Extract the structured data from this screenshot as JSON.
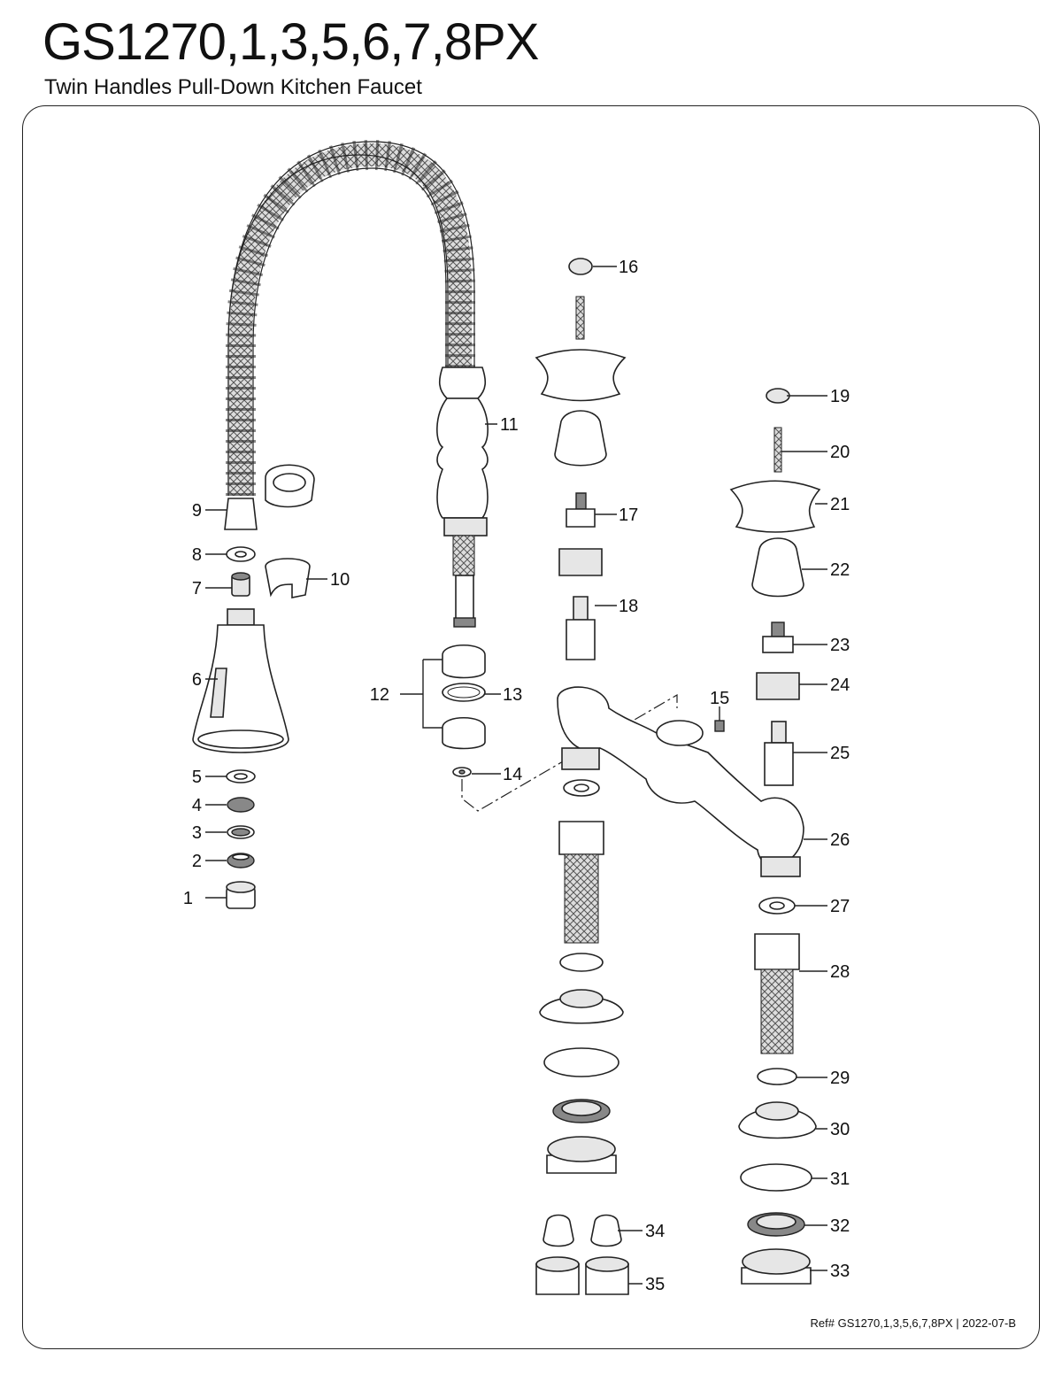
{
  "header": {
    "model": "GS1270,1,3,5,6,7,8PX",
    "subtitle": "Twin Handles Pull-Down Kitchen Faucet"
  },
  "footer": {
    "reference": "Ref# GS1270,1,3,5,6,7,8PX | 2022-07-B"
  },
  "callouts": [
    {
      "num": "1"
    },
    {
      "num": "2"
    },
    {
      "num": "3"
    },
    {
      "num": "4"
    },
    {
      "num": "5"
    },
    {
      "num": "6"
    },
    {
      "num": "7"
    },
    {
      "num": "8"
    },
    {
      "num": "9"
    },
    {
      "num": "10"
    },
    {
      "num": "11"
    },
    {
      "num": "12"
    },
    {
      "num": "13"
    },
    {
      "num": "14"
    },
    {
      "num": "15"
    },
    {
      "num": "16"
    },
    {
      "num": "17"
    },
    {
      "num": "18"
    },
    {
      "num": "19"
    },
    {
      "num": "20"
    },
    {
      "num": "21"
    },
    {
      "num": "22"
    },
    {
      "num": "23"
    },
    {
      "num": "24"
    },
    {
      "num": "25"
    },
    {
      "num": "26"
    },
    {
      "num": "27"
    },
    {
      "num": "28"
    },
    {
      "num": "29"
    },
    {
      "num": "30"
    },
    {
      "num": "31"
    },
    {
      "num": "32"
    },
    {
      "num": "33"
    },
    {
      "num": "34"
    },
    {
      "num": "35"
    }
  ]
}
